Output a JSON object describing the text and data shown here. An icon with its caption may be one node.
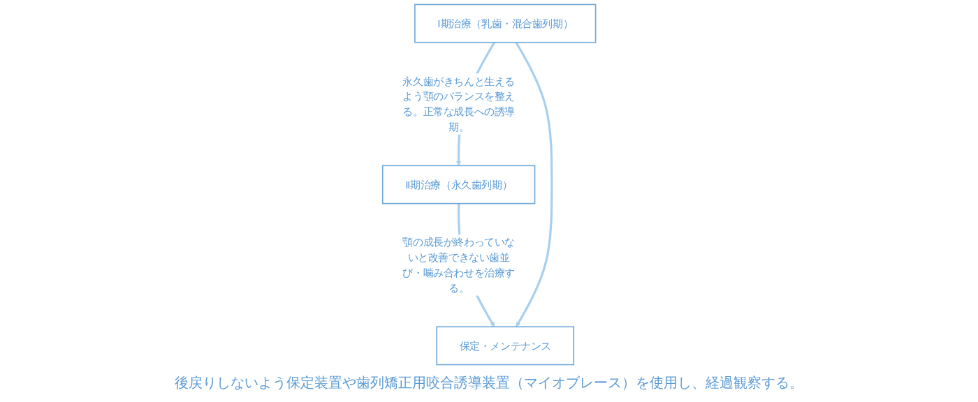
{
  "diagram": {
    "nodes": [
      {
        "text": [
          "Ⅰ期治療（乳歯・混合歯列期）"
        ]
      },
      {
        "text": [
          "Ⅱ期治療（永久歯列期）"
        ]
      },
      {
        "text": [
          "保定・メンテナンス"
        ],
        "beside": [
          "後戻りしないよう保定装置や歯列矯正用咬合誘導装置（マイオブレース）を使用し、経過観察する。"
        ]
      }
    ],
    "edges": [
      {
        "from": 0,
        "to": 1,
        "arrow": "to",
        "label": "永久歯がきちんと生えるよう顎のバランスを整える。正常な成長への誘導期。"
      },
      {
        "from": 1,
        "to": 2,
        "arrow": "to",
        "label": "顎の成長が終わっていないと改善できない歯並び・噛み合わせを治療する。"
      },
      {
        "from": 0,
        "to": 2,
        "arrow": "to"
      }
    ]
  }
}
